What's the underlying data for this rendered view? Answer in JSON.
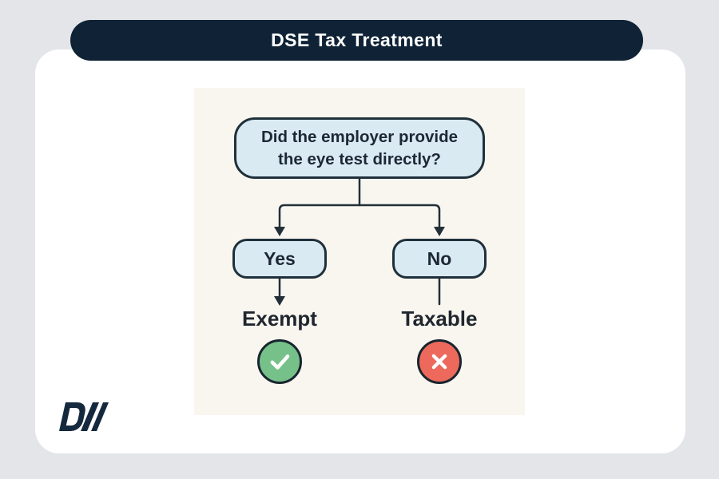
{
  "header": {
    "title": "DSE Tax Treatment"
  },
  "flowchart": {
    "question": "Did the employer provide the eye test directly?",
    "branches": [
      {
        "label": "Yes",
        "outcome": "Exempt",
        "icon": "check-icon",
        "icon_color": "#76c189"
      },
      {
        "label": "No",
        "outcome": "Taxable",
        "icon": "cross-icon",
        "icon_color": "#ec695b"
      }
    ]
  },
  "logo": {
    "monogram": "DW"
  },
  "colors": {
    "page_background": "#e3e5e9",
    "card_background": "#ffffff",
    "header_navy": "#0f2236",
    "panel_cream": "#f9f6f0",
    "node_fill": "#daeaf3",
    "node_border": "#20303a",
    "connector": "#222f38",
    "exempt_green": "#76c189",
    "taxable_red": "#ec695b",
    "logo_navy": "#14293e"
  }
}
